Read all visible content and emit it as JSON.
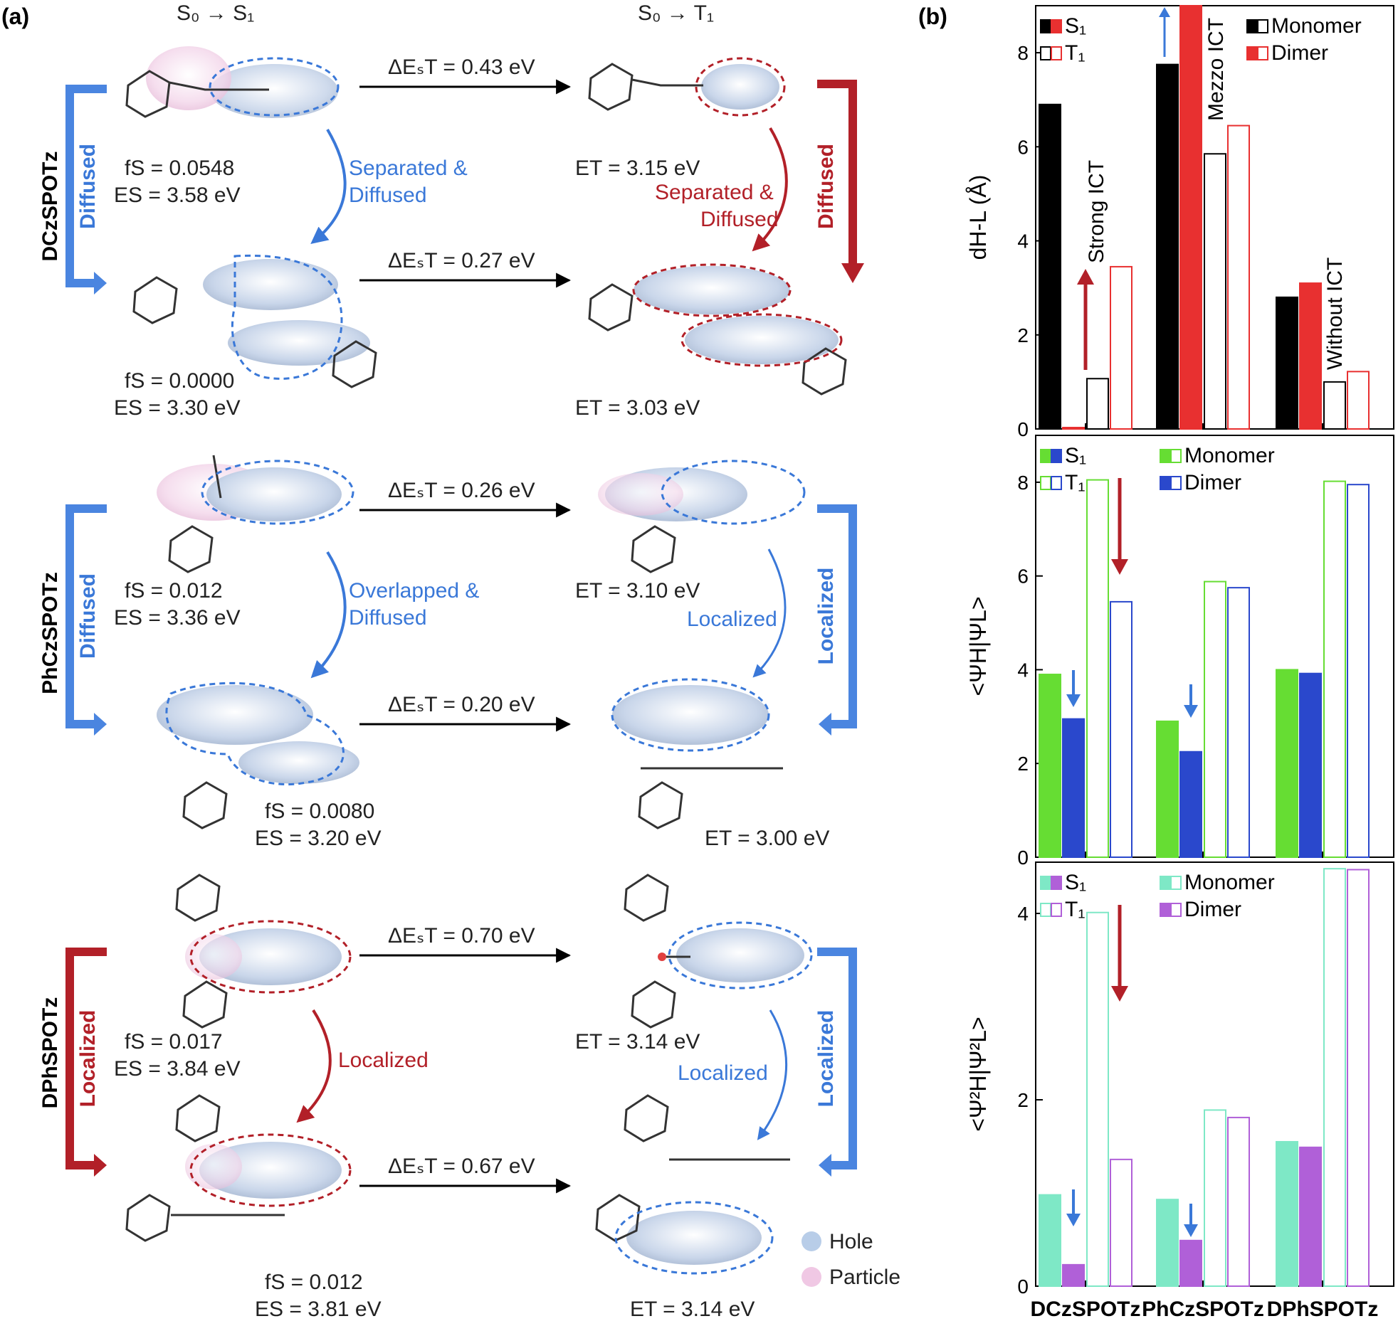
{
  "panel_a": {
    "label": "(a)",
    "header_s": "S₀ → S₁",
    "header_t": "S₀ → T₁",
    "legend": {
      "hole": "Hole",
      "particle": "Particle",
      "hole_color": "#b8cde8",
      "particle_color": "#f0c8e4"
    },
    "molecules": [
      {
        "name": "DCzSPOTz",
        "left_bracket": {
          "text": "Diffused",
          "color": "#3a78d8"
        },
        "right_bracket": {
          "text": "Diffused",
          "color": "#b22028"
        },
        "left_middle": {
          "line1": "Separated &",
          "line2": "Diffused",
          "color": "#3a78d8"
        },
        "right_middle": {
          "line1": "Separated &",
          "line2": "Diffused",
          "color": "#b22028"
        },
        "dest_top": "ΔEₛT = 0.43 eV",
        "dest_bottom": "ΔEₛT = 0.27 eV",
        "mono_s": {
          "f": "fS = 0.0548",
          "e": "ES = 3.58 eV"
        },
        "dimer_s": {
          "f": "fS = 0.0000",
          "e": "ES = 3.30 eV"
        },
        "mono_t": {
          "e": "ET = 3.15 eV"
        },
        "dimer_t": {
          "e": "ET = 3.03 eV"
        }
      },
      {
        "name": "PhCzSPOTz",
        "left_bracket": {
          "text": "Diffused",
          "color": "#3a78d8"
        },
        "right_bracket": {
          "text": "Localized",
          "color": "#3a78d8"
        },
        "left_middle": {
          "line1": "Overlapped &",
          "line2": "Diffused",
          "color": "#3a78d8"
        },
        "right_middle": {
          "line1": "Localized",
          "line2": "",
          "color": "#3a78d8"
        },
        "dest_top": "ΔEₛT = 0.26 eV",
        "dest_bottom": "ΔEₛT = 0.20 eV",
        "mono_s": {
          "f": "fS = 0.012",
          "e": "ES = 3.36 eV"
        },
        "dimer_s": {
          "f": "fS = 0.0080",
          "e": "ES = 3.20 eV"
        },
        "mono_t": {
          "e": "ET = 3.10 eV"
        },
        "dimer_t": {
          "e": "ET = 3.00 eV"
        }
      },
      {
        "name": "DPhSPOTz",
        "left_bracket": {
          "text": "Localized",
          "color": "#b22028"
        },
        "right_bracket": {
          "text": "Localized",
          "color": "#3a78d8"
        },
        "left_middle": {
          "line1": "Localized",
          "line2": "",
          "color": "#b22028"
        },
        "right_middle": {
          "line1": "Localized",
          "line2": "",
          "color": "#3a78d8"
        },
        "dest_top": "ΔEₛT = 0.70 eV",
        "dest_bottom": "ΔEₛT = 0.67 eV",
        "mono_s": {
          "f": "fS = 0.017",
          "e": "ES = 3.84 eV"
        },
        "dimer_s": {
          "f": "fS = 0.012",
          "e": "ES = 3.81 eV"
        },
        "mono_t": {
          "e": "ET = 3.14 eV"
        },
        "dimer_t": {
          "e": "ET = 3.14 eV"
        }
      }
    ]
  },
  "panel_b": {
    "label": "(b)",
    "categories": [
      "DCzSPOTz",
      "PhCzSPOTz",
      "DPhSPOTz"
    ],
    "legend_monomer": "Monomer",
    "legend_dimer": "Dimer",
    "legend_s1": "S₁",
    "legend_t1": "T₁"
  },
  "chart_data": [
    {
      "type": "bar",
      "ylabel": "dH-L (Å)",
      "ylim": [
        0,
        9
      ],
      "yticks": [
        0,
        2,
        4,
        6,
        8
      ],
      "categories": [
        "DCzSPOTz",
        "PhCzSPOTz",
        "DPhSPOTz"
      ],
      "colors": {
        "monomer": "#000000",
        "dimer": "#e83030"
      },
      "series": [
        {
          "name": "Monomer S₁",
          "values": [
            6.9,
            7.75,
            2.8
          ]
        },
        {
          "name": "Dimer S₁",
          "values": [
            0.03,
            9.0,
            3.1
          ]
        },
        {
          "name": "Monomer T₁",
          "values": [
            1.07,
            5.85,
            1.0
          ]
        },
        {
          "name": "Dimer T₁",
          "values": [
            3.45,
            6.45,
            1.22
          ]
        }
      ],
      "annotations": [
        "Strong ICT",
        "Mezzo ICT",
        "Without ICT"
      ]
    },
    {
      "type": "bar",
      "ylabel": "<ΨH|ΨL>",
      "ylim": [
        0,
        9
      ],
      "yticks": [
        0,
        2,
        4,
        6,
        8
      ],
      "categories": [
        "DCzSPOTz",
        "PhCzSPOTz",
        "DPhSPOTz"
      ],
      "colors": {
        "monomer": "#66dd33",
        "dimer": "#2a48cc"
      },
      "series": [
        {
          "name": "Monomer S₁",
          "values": [
            3.9,
            2.9,
            4.0
          ]
        },
        {
          "name": "Dimer S₁",
          "values": [
            2.95,
            2.25,
            3.92
          ]
        },
        {
          "name": "Monomer T₁",
          "values": [
            8.05,
            5.88,
            8.02
          ]
        },
        {
          "name": "Dimer T₁",
          "values": [
            5.45,
            5.75,
            7.95
          ]
        }
      ]
    },
    {
      "type": "bar",
      "ylabel": "<Ψ²H|Ψ²L>",
      "ylim": [
        0,
        4.55
      ],
      "yticks": [
        0,
        2,
        4
      ],
      "categories": [
        "DCzSPOTz",
        "PhCzSPOTz",
        "DPhSPOTz"
      ],
      "colors": {
        "monomer": "#7ee8c6",
        "dimer": "#b060d8"
      },
      "series": [
        {
          "name": "Monomer S₁",
          "values": [
            0.98,
            0.93,
            1.55
          ]
        },
        {
          "name": "Dimer S₁",
          "values": [
            0.23,
            0.49,
            1.49
          ]
        },
        {
          "name": "Monomer T₁",
          "values": [
            4.01,
            1.89,
            4.48
          ]
        },
        {
          "name": "Dimer T₁",
          "values": [
            1.36,
            1.81,
            4.47
          ]
        }
      ]
    }
  ]
}
